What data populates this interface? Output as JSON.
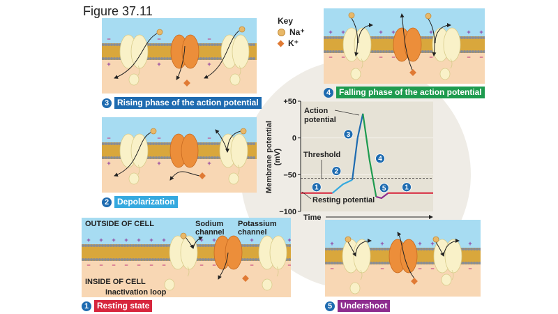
{
  "figure_title": "Figure 37.11",
  "key": {
    "title": "Key",
    "items": [
      {
        "label": "Na⁺",
        "shape": "circle",
        "color": "#e8b868"
      },
      {
        "label": "K⁺",
        "shape": "diamond",
        "color": "#e07a34"
      }
    ]
  },
  "colors": {
    "outside": "#a7dcf2",
    "inside": "#f8d7b4",
    "membrane": "#d9a73c",
    "sodium_channel": "#f9f1c8",
    "potassium_channel": "#ec8e3a",
    "number_badge": "#1e6bb0"
  },
  "panels": [
    {
      "id": "rising",
      "number": "3",
      "caption": "Rising phase of the action potential",
      "caption_color": "#1e6bb0"
    },
    {
      "id": "falling",
      "number": "4",
      "caption": "Falling phase of the action potential",
      "caption_color": "#1e9b4f"
    },
    {
      "id": "depolarization",
      "number": "2",
      "caption": "Depolarization",
      "caption_color": "#35a9df"
    },
    {
      "id": "resting",
      "number": "1",
      "caption": "Resting state",
      "caption_color": "#d7263d"
    },
    {
      "id": "undershoot",
      "number": "5",
      "caption": "Undershoot",
      "caption_color": "#8e2c8f"
    }
  ],
  "resting_labels": {
    "outside": "OUTSIDE OF CELL",
    "inside": "INSIDE OF CELL",
    "sodium_channel": "Sodium channel",
    "sodium_line1": "Sodium",
    "sodium_line2": "channel",
    "potassium_line1": "Potassium",
    "potassium_line2": "channel",
    "inactivation_loop": "Inactivation loop"
  },
  "chart_data": {
    "type": "line",
    "title": "",
    "xlabel": "Time",
    "ylabel": "Membrane potential (mV)",
    "ylabel_line1": "Membrane potential",
    "ylabel_line2": "(mV)",
    "ylim": [
      -100,
      50
    ],
    "yticks": [
      50,
      0,
      -50,
      -100
    ],
    "ytick_labels": [
      "+50",
      "0",
      "−50",
      "−100"
    ],
    "threshold": -55,
    "resting_potential": -75,
    "series": [
      {
        "name": "1 resting",
        "color": "#d7263d",
        "x": [
          0,
          0.24
        ],
        "y": [
          -75,
          -75
        ]
      },
      {
        "name": "2 depolarization",
        "color": "#35a9df",
        "x": [
          0.24,
          0.32,
          0.39
        ],
        "y": [
          -75,
          -63,
          -57
        ]
      },
      {
        "name": "3 rising",
        "color": "#1e6bb0",
        "x": [
          0.39,
          0.43,
          0.47
        ],
        "y": [
          -57,
          0,
          33
        ]
      },
      {
        "name": "4 falling",
        "color": "#1e9b4f",
        "x": [
          0.47,
          0.52,
          0.57
        ],
        "y": [
          33,
          -30,
          -80
        ]
      },
      {
        "name": "5 undershoot",
        "color": "#8e2c8f",
        "x": [
          0.57,
          0.61,
          0.66
        ],
        "y": [
          -80,
          -82,
          -75
        ]
      },
      {
        "name": "1 resting",
        "color": "#d7263d",
        "x": [
          0.66,
          1.0
        ],
        "y": [
          -75,
          -75
        ]
      }
    ],
    "annotations": [
      {
        "text": "Action potential",
        "line1": "Action",
        "line2": "potential"
      },
      {
        "text": "Threshold"
      },
      {
        "text": "Resting potential"
      }
    ],
    "phase_badges": [
      "1",
      "2",
      "3",
      "4",
      "5",
      "1"
    ]
  }
}
